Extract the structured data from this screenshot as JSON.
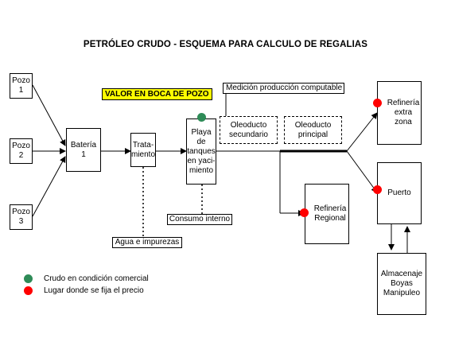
{
  "title": "PETRÓLEO CRUDO - ESQUEMA PARA CALCULO DE REGALIAS",
  "highlight": "VALOR EN BOCA DE POZO",
  "nodes": {
    "pozo1": "Pozo\n1",
    "pozo2": "Pozo\n2",
    "pozo3": "Pozo\n3",
    "bateria": "Batería\n1",
    "tratamiento": "Trata-\nmiento",
    "playa": "Playa\nde\ntanques\nen yaci-\nmiento",
    "oleoducto_secundario": "Oleoducto\nsecundario",
    "oleoducto_principal": "Oleoducto\nprincipal",
    "refineria_extra": "Refinería\nextra zona",
    "puerto": "Puerto",
    "refineria_regional": "Refinería\nRegional",
    "almacenaje": "Almacenaje\nBoyas\nManipuleo"
  },
  "labels": {
    "medicion": "Medición producción computable",
    "consumo": "Consumo interno",
    "agua": "Agua e impurezas"
  },
  "legend": [
    {
      "text": "Crudo en condición comercial",
      "color": "#2e8b57"
    },
    {
      "text": "Lugar donde se fija el precio",
      "color": "#ff0000"
    }
  ],
  "colors": {
    "green": "#2e8b57",
    "red": "#ff0000",
    "highlight": "#ffff00"
  }
}
